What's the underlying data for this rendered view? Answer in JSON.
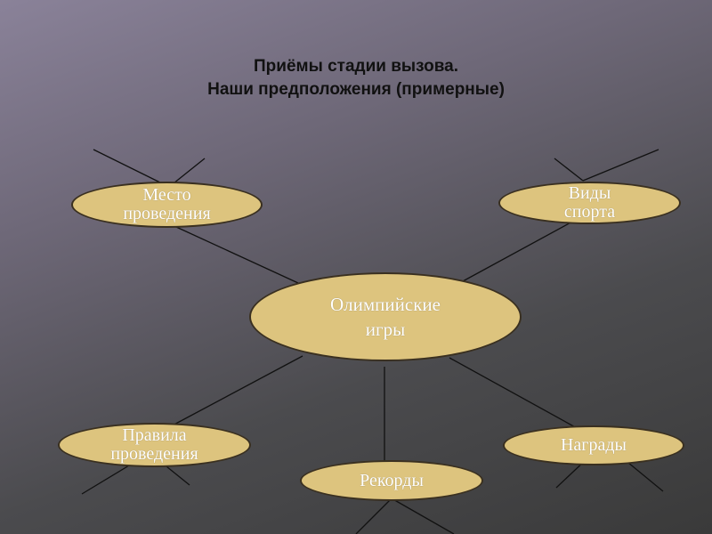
{
  "title": {
    "line1": "Приёмы стадии вызова.",
    "line2": "Наши предположения (примерные)"
  },
  "colors": {
    "ellipse_fill": "#ddc47e",
    "ellipse_border": "#3a3020",
    "node_text": "#ffffff",
    "lines": "#111111"
  },
  "nodes": {
    "center": "Олимпийские\nигры",
    "venue": "Место\nпроведения",
    "sports": "Виды\nспорта",
    "rules": "Правила\nпроведения",
    "records": "Рекорды",
    "awards": "Награды"
  }
}
